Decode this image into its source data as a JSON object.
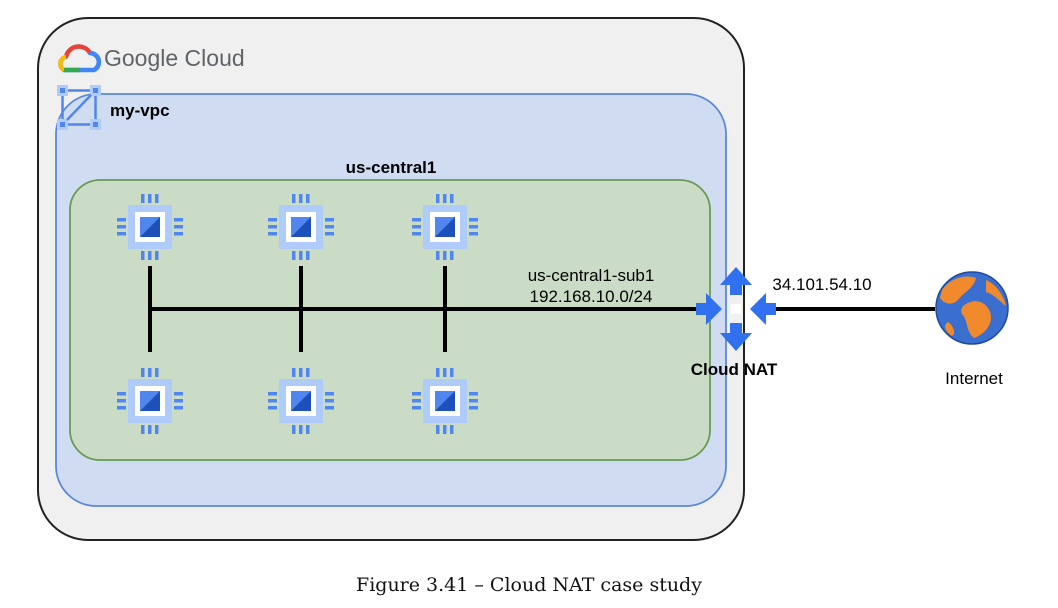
{
  "cloud": {
    "brand": "Google Cloud"
  },
  "vpc": {
    "label": "my-vpc"
  },
  "region": {
    "label": "us-central1"
  },
  "subnet": {
    "name": "us-central1-sub1",
    "cidr": "192.168.10.0/24"
  },
  "nat": {
    "label": "Cloud NAT",
    "public_ip": "34.101.54.10"
  },
  "internet": {
    "label": "Internet"
  },
  "caption": "Figure 3.41 – Cloud NAT case study",
  "icons": {
    "vm": "compute-engine-vm-icon",
    "nat": "cloud-nat-icon",
    "internet": "globe-icon",
    "logo": "google-cloud-logo",
    "vpc": "vpc-network-icon"
  },
  "colors": {
    "outer_bg": "#f0f0f0",
    "vpc_bg": "#cfdcf2",
    "vpc_border": "#5c88d8",
    "region_bg": "#cbdcc6",
    "region_border": "#6a9a56",
    "chip": "#4f86f0",
    "nat": "#3170ee"
  }
}
